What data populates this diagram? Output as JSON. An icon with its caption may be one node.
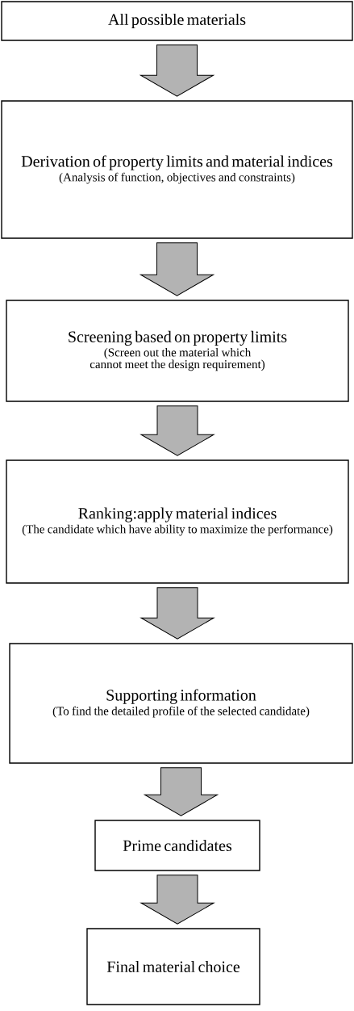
{
  "diagram": {
    "nodes": [
      {
        "text": [
          "All possible materials"
        ]
      },
      {
        "text": [
          "Derivation of property limits and material indices",
          "(Analysis of function, objectives and constraints)"
        ]
      },
      {
        "text": [
          "Screening based on property limits",
          "(Screen out the material which cannot meet the design requirement)"
        ]
      },
      {
        "text": [
          "Ranking:apply material indices",
          "(The candidate which have ability to maximize the performance)"
        ]
      },
      {
        "text": [
          "Supporting information",
          "(To find the detailed profile of the selected candidate)"
        ]
      },
      {
        "text": [
          "Prime candidates"
        ]
      },
      {
        "text": [
          "Final material choice"
        ]
      }
    ],
    "edges": [
      {
        "from": 0,
        "to": 1,
        "arrow": "to"
      },
      {
        "from": 1,
        "to": 2,
        "arrow": "to"
      },
      {
        "from": 2,
        "to": 3,
        "arrow": "to"
      },
      {
        "from": 3,
        "to": 4,
        "arrow": "to"
      },
      {
        "from": 4,
        "to": 5,
        "arrow": "to"
      },
      {
        "from": 5,
        "to": 6,
        "arrow": "to"
      }
    ]
  }
}
